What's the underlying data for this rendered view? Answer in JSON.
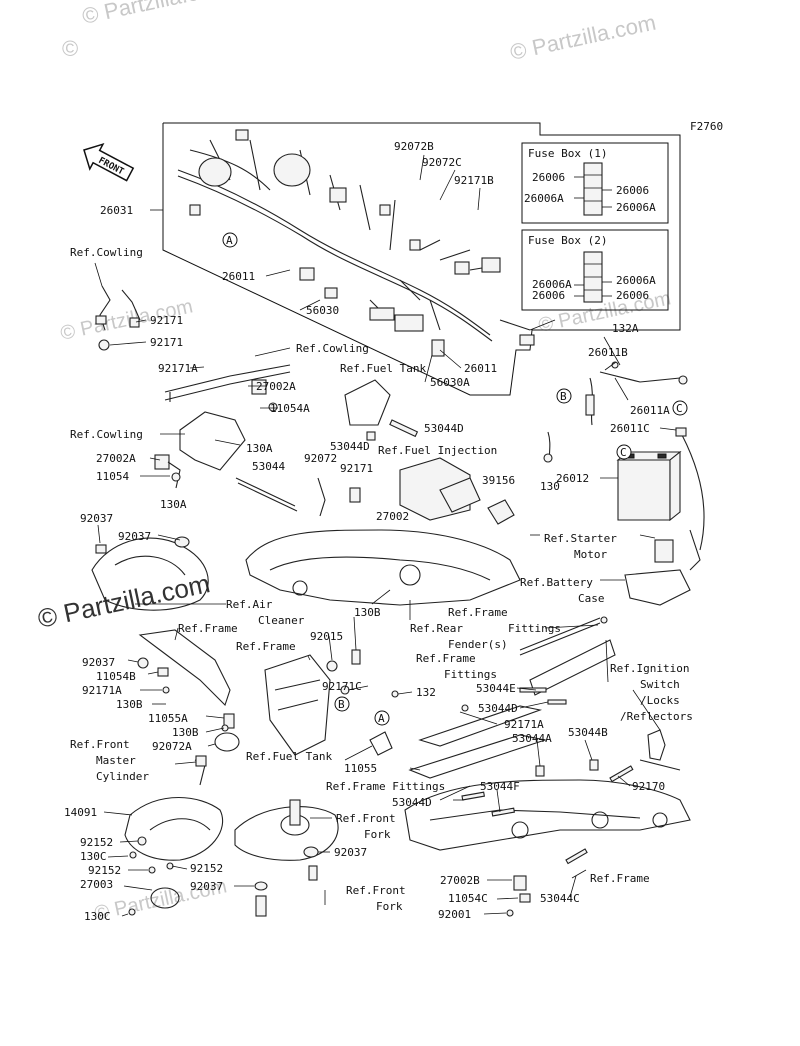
{
  "watermark": {
    "text": "© Partzilla.com",
    "symbol": "©"
  },
  "figure_code": "F2760",
  "front_arrow": "FRONT",
  "fuse_box_1": {
    "title": "Fuse Box (1)",
    "labels": [
      "26006",
      "26006",
      "26006A",
      "26006A"
    ]
  },
  "fuse_box_2": {
    "title": "Fuse Box (2)",
    "labels": [
      "26006A",
      "26006A",
      "26006",
      "26006"
    ]
  },
  "callout_letters": [
    "A",
    "B",
    "C",
    "C",
    "A",
    "B"
  ],
  "labels": [
    "26031",
    "92072B",
    "92072C",
    "92171B",
    "26011",
    "56030",
    "56030A",
    "26011",
    "Ref.Cowling",
    "92171",
    "92171",
    "92171A",
    "Ref.Cowling",
    "Ref.Fuel Tank",
    "27002A",
    "11054A",
    "53044D",
    "Ref.Cowling",
    "130A",
    "27002A",
    "53044D",
    "Ref.Fuel Injection",
    "11054",
    "53044",
    "92072",
    "92171",
    "39156",
    "130A",
    "27002",
    "132A",
    "26011B",
    "26011A",
    "26011C",
    "130",
    "26012",
    "Ref.Starter",
    "Motor",
    "Ref.Battery",
    "Case",
    "92037",
    "92037",
    "Ref.Air",
    "Cleaner",
    "130B",
    "Ref.Frame",
    "Ref.Rear",
    "Fender(s)",
    "Fittings",
    "Ref.Frame",
    "Ref.Frame",
    "92015",
    "Ref.Frame",
    "Fittings",
    "92037",
    "11054B",
    "92171A",
    "130B",
    "11055A",
    "130B",
    "92072A",
    "92171C",
    "132",
    "53044E",
    "53044D",
    "92171A",
    "Ref.Ignition",
    "Switch",
    "/Locks",
    "/Reflectors",
    "Ref.Front",
    "Master",
    "Cylinder",
    "Ref.Fuel Tank",
    "11055",
    "53044A",
    "53044B",
    "Ref.Frame Fittings",
    "53044D",
    "53044F",
    "92170",
    "14091",
    "Ref.Front",
    "Fork",
    "92152",
    "130C",
    "92152",
    "92152",
    "92037",
    "27003",
    "92037",
    "Ref.Front",
    "Fork",
    "27002B",
    "11054C",
    "Ref.Frame",
    "53044C",
    "130C",
    "92001"
  ]
}
